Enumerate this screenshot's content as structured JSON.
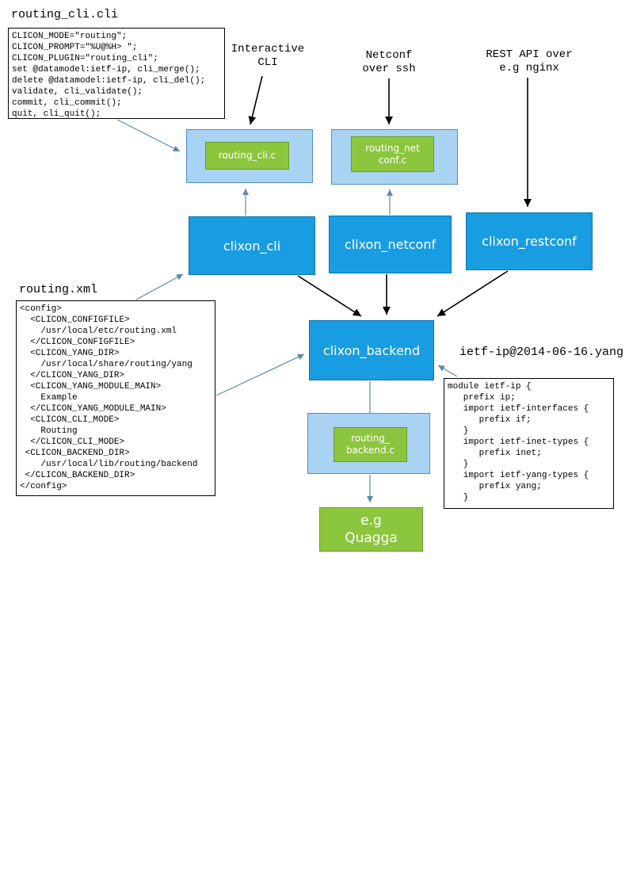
{
  "titles": {
    "cli_spec": "routing_cli.cli",
    "config_xml": "routing.xml",
    "yang_module": "ietf-ip@2014-06-16.yang"
  },
  "files": {
    "cli_spec_code": "CLICON_MODE=\"routing\";\nCLICON_PROMPT=\"%U@%H> \";\nCLICON_PLUGIN=\"routing_cli\";\nset @datamodel:ietf-ip, cli_merge();\ndelete @datamodel:ietf-ip, cli_del();\nvalidate, cli_validate();\ncommit, cli_commit();\nquit, cli_quit();",
    "config_xml_code": "<config>\n  <CLICON_CONFIGFILE>\n    /usr/local/etc/routing.xml\n  </CLICON_CONFIGFILE>\n  <CLICON_YANG_DIR>\n    /usr/local/share/routing/yang\n  </CLICON_YANG_DIR>\n  <CLICON_YANG_MODULE_MAIN>\n    Example\n  </CLICON_YANG_MODULE_MAIN>\n  <CLICON_CLI_MODE>\n    Routing\n  </CLICON_CLI_MODE>\n <CLICON_BACKEND_DIR>\n    /usr/local/lib/routing/backend\n </CLICON_BACKEND_DIR>\n</config>",
    "yang_module_code": "module ietf-ip {\n   prefix ip;\n   import ietf-interfaces {\n      prefix if;\n   }\n   import ietf-inet-types {\n      prefix inet;\n   }\n   import ietf-yang-types {\n      prefix yang;\n   }"
  },
  "annotations": {
    "interactive_cli": "Interactive\nCLI",
    "netconf_ssh": "Netconf\nover ssh",
    "rest_api": "REST API over\ne.g nginx"
  },
  "nodes": {
    "routing_cli_c": "routing_cli.c",
    "routing_netconf_c": "routing_net\nconf.c",
    "clixon_cli": "clixon_cli",
    "clixon_netconf": "clixon_netconf",
    "clixon_restconf": "clixon_restconf",
    "clixon_backend": "clixon_backend",
    "routing_backend_c": "routing_\nbackend.c",
    "quagga": "e.g\nQuagga"
  },
  "colors": {
    "node_blue": "#189de2",
    "panel_light_blue": "#a9d2f3",
    "plugin_green": "#8cc63e",
    "arrow_blue": "#5e87b0",
    "arrow_black": "#000000"
  }
}
